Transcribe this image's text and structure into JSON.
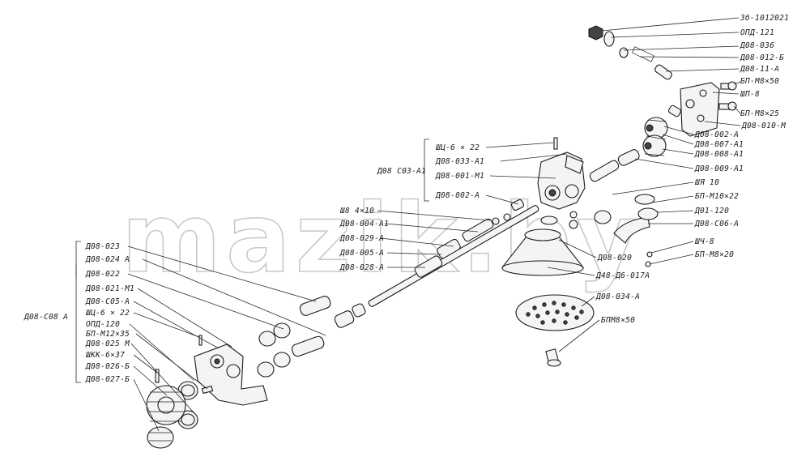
{
  "watermark": "mazik.by",
  "labels": {
    "right": [
      "3б-1012021",
      "ОПД-121",
      "Д08-036",
      "Д08-012-Б",
      "Д08-11-А",
      "БП-М8×50",
      "ШП-8",
      "БП-М8×25",
      "Д08-002-А",
      "Д08-007-А1",
      "Д08-008-А1",
      "Д08-010-М",
      "Д08-009-А1",
      "ШЯ 10",
      "БП-М10×22",
      "Д01-120",
      "Д08-С06-А",
      "ШЧ-8",
      "БП-М8×20",
      "БПМ8×50"
    ],
    "center": [
      "ШЦ-6 × 22",
      "Д08-033-А1",
      "Д08 С03-А1",
      "Д08-001-М1",
      "Д08-002-А",
      "Ш8 4×10",
      "Д08-004-А1",
      "Д08-029-А",
      "Д08-005-А",
      "Д08-028-А",
      "Д08-020",
      "Д48-Д6-017А",
      "Д08-034-А"
    ],
    "left": [
      "Д08-023",
      "Д08-024 А",
      "Д08-022",
      "Д08-021-М1",
      "Д08-С05-А",
      "ШЦ-6 × 22",
      "ОПД-120",
      "БП-М12×35",
      "Д08-025 М",
      "ШКК-6×37",
      "Д08-026-Б",
      "Д08-027-Б",
      "Д08-С08 А"
    ]
  }
}
